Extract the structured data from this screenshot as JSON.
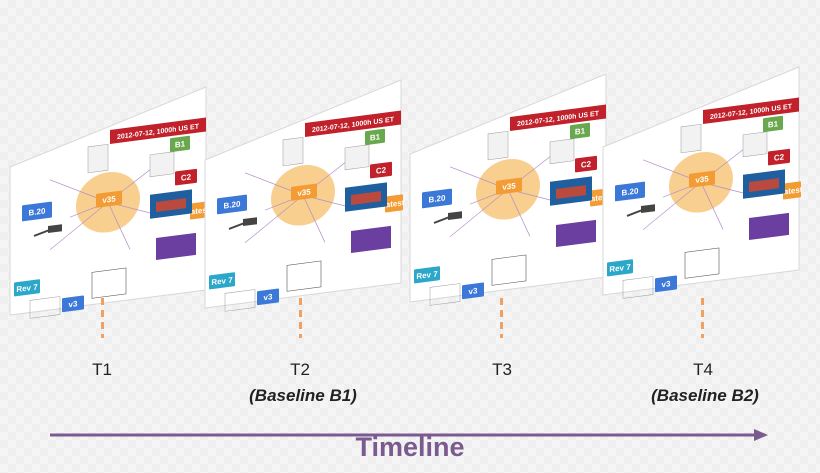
{
  "slide_content": {
    "date_banner": "2012-07-12, 1000h US ET",
    "tags": {
      "b1": "B1",
      "c2": "C2",
      "b20": "B.20",
      "v35": "v35",
      "latest": "latest",
      "rev7": "Rev 7",
      "v3": "v3"
    },
    "colors": {
      "banner": "#c0212b",
      "b1": "#6aa84f",
      "c2": "#c0212b",
      "b20": "#3c78d8",
      "v35": "#f39c34",
      "latest": "#f39c34",
      "rev7": "#2aa7c9",
      "v3": "#3c78d8",
      "purple_box": "#6b3fa0",
      "orange_glow": "#f7c77a"
    }
  },
  "timepoints": [
    {
      "label": "T1",
      "baseline": ""
    },
    {
      "label": "T2",
      "baseline": "(Baseline B1)"
    },
    {
      "label": "T3",
      "baseline": ""
    },
    {
      "label": "T4",
      "baseline": "(Baseline B2)"
    }
  ],
  "timeline": {
    "label": "Timeline",
    "color": "#7a5a8f"
  }
}
